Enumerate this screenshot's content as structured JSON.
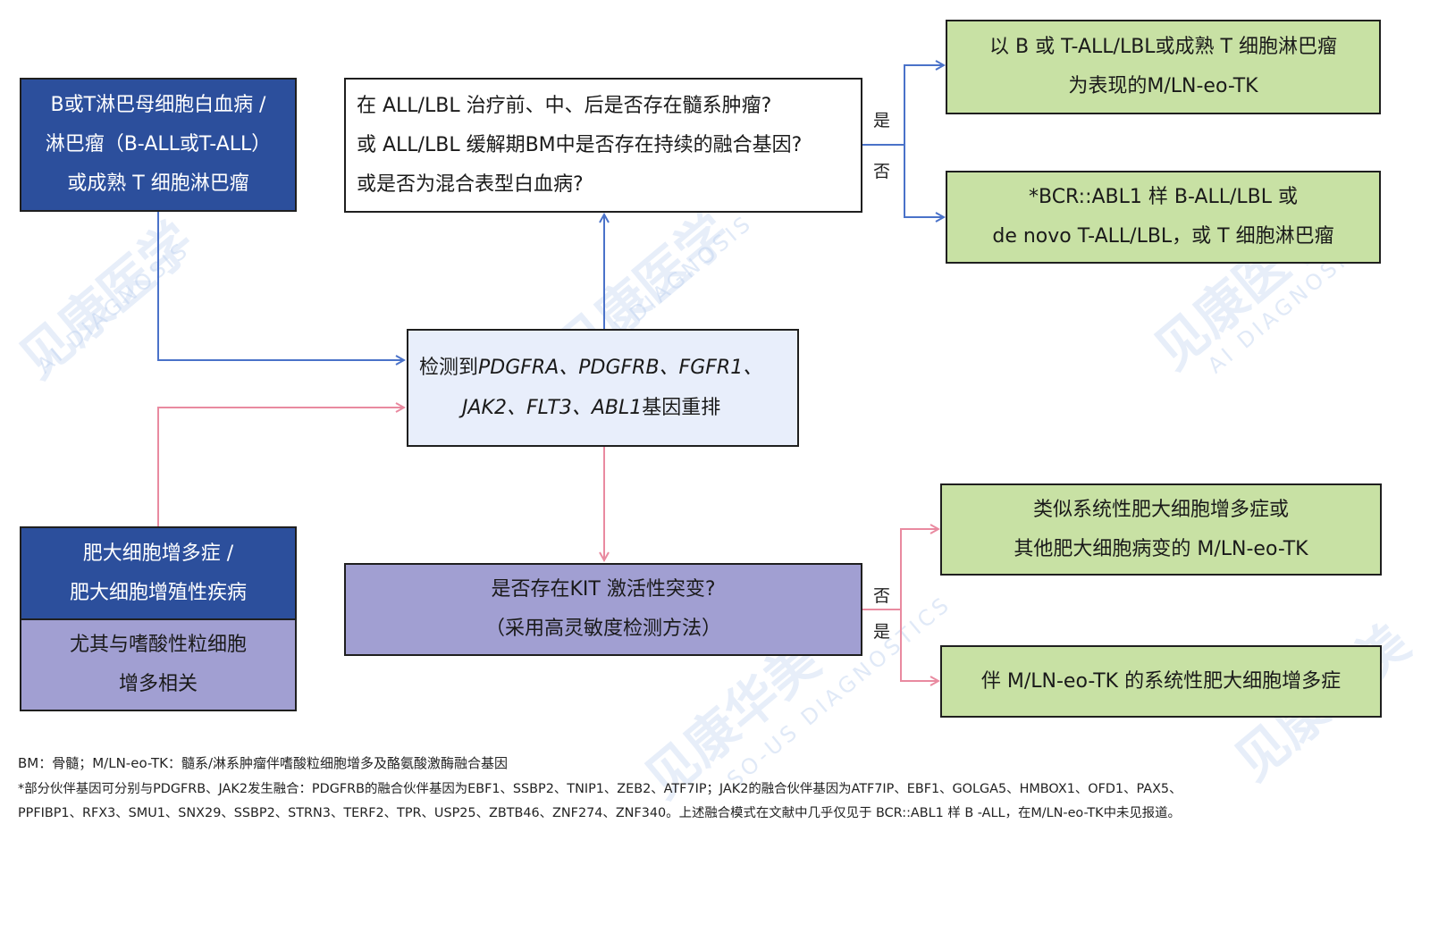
{
  "boxes": {
    "b_t_lymphoblastic": {
      "lines": [
        "B或T淋巴母细胞白血病 /",
        "淋巴瘤（B-ALL或T-ALL）",
        "或成熟 T 细胞淋巴瘤"
      ],
      "fill": "#2c4f9c"
    },
    "question_all": {
      "lines": [
        "在 ALL/LBL 治疗前、中、后是否存在髓系肿瘤?",
        "或 ALL/LBL 缓解期BM中是否存在持续的融合基因?",
        "或是否为混合表型白血病?"
      ]
    },
    "detect_gene": {
      "line1": "检测到",
      "line1_genes": "PDGFRA、PDGFRB、FGFR1、",
      "line2_genes": "JAK2、FLT3、ABL1",
      "line2_suffix": "基因重排",
      "fill": "#e8eefb"
    },
    "mast_cell": {
      "lines": [
        "肥大细胞增多症 /",
        "肥大细胞增殖性疾病"
      ],
      "fill": "#2c4f9c"
    },
    "eosinophil": {
      "lines": [
        "尤其与嗜酸性粒细胞",
        "增多相关"
      ],
      "fill": "#a19fd2"
    },
    "kit_question": {
      "lines": [
        "是否存在KIT 激活性突变?",
        "（采用高灵敏度检测方法）"
      ],
      "fill": "#a19fd2"
    },
    "result_yes_top": {
      "lines": [
        "以 B 或 T-ALL/LBL或成熟 T 细胞淋巴瘤",
        "为表现的M/LN-eo-TK"
      ],
      "fill": "#c8e1a4"
    },
    "result_no_top": {
      "lines": [
        "*BCR::ABL1 样 B-ALL/LBL 或",
        "de novo T-ALL/LBL，或 T 细胞淋巴瘤"
      ],
      "fill": "#c8e1a4"
    },
    "result_no_bottom": {
      "lines": [
        "类似系统性肥大细胞增多症或",
        "其他肥大细胞病变的 M/LN-eo-TK"
      ],
      "fill": "#c8e1a4"
    },
    "result_yes_bottom": {
      "lines": [
        "伴 M/LN-eo-TK 的系统性肥大细胞增多症"
      ],
      "fill": "#c8e1a4"
    }
  },
  "branch_labels": {
    "top_yes": "是",
    "top_no": "否",
    "bottom_no": "否",
    "bottom_yes": "是"
  },
  "colors": {
    "blue_arrow": "#4a72c9",
    "pink_arrow": "#e98aa0"
  },
  "notes": [
    "BM：骨髓；M/LN-eo-TK：髓系/淋系肿瘤伴嗜酸粒细胞增多及酪氨酸激酶融合基因",
    "*部分伙伴基因可分别与PDGFRB、JAK2发生融合：PDGFRB的融合伙伴基因为EBF1、SSBP2、TNIP1、ZEB2、ATF7IP；JAK2的融合伙伴基因为ATF7IP、EBF1、GOLGA5、HMBOX1、OFD1、PAX5、",
    "PPFIBP1、RFX3、SMU1、SNX29、SSBP2、STRN3、TERF2、TPR、USP25、ZBTB46、ZNF274、ZNF340。上述融合模式在文献中几乎仅见于 BCR::ABL1 样 B -ALL，在M/LN-eo-TK中未见报道。"
  ],
  "watermark": {
    "brand_cn": "见康医学",
    "brand_cn2": "见康华美",
    "brand_en": "AI DIAGNOSIS",
    "brand_en2": "SO-US DIAGNOSTICS"
  }
}
